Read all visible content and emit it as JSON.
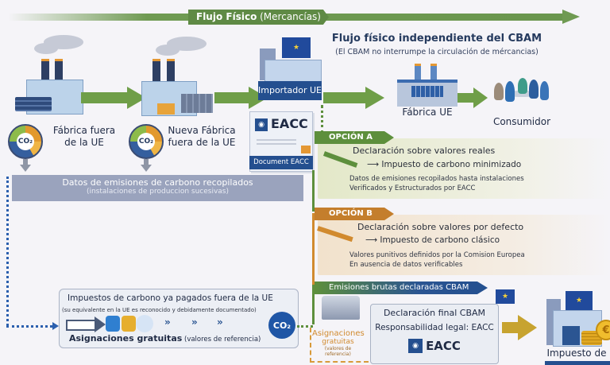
{
  "flow_header": {
    "label_bold": "Flujo Físico",
    "label_rest": " (Mercancías)"
  },
  "cbam_independent": {
    "title": "Flujo físico independiente del CBAM",
    "subtitle": "(El CBAM no interrumpe la circulación de mércancias)"
  },
  "nodes": {
    "factory_outside": "Fábrica fuera de la UE",
    "new_factory_outside": "Nueva Fábrica fuera de la UE",
    "importer": "Importador UE",
    "eu_factory": "Fábrica UE",
    "consumer": "Consumidor",
    "co2_label": "CO₂"
  },
  "document": {
    "logo_text": "EACC",
    "band_label": "Document EACC"
  },
  "collected_data": {
    "title": "Datos de emisiones de carbono recopilados",
    "subtitle": "(instalaciones de produccion sucesivas)"
  },
  "option_a": {
    "tag": "OPCIÓN A",
    "heading": "Declaración sobre valores reales",
    "result": "Impuesto de carbono minimizado",
    "body_line1": "Datos de emisiones recopilados hasta instalaciones",
    "body_line2": "Verificados y Estructurados por EACC"
  },
  "option_b": {
    "tag": "OPCIÓN B",
    "heading": "Declaración sobre valores por defecto",
    "result": "Impuesto de carbono clásico",
    "body_line1": "Valores punitivos definidos por la Comision Europea",
    "body_line2": "En ausencia de datos verificables"
  },
  "gross_emissions_tag": "Emisiones brutas declaradas CBAM",
  "taxes_paid_box": {
    "title": "Impuestos de carbono ya pagados fuera de la UE",
    "subtitle": "(su equivalente en la UE es reconocido y debidamente documentado)",
    "footer_bold": "Asignaciones gratuitas",
    "footer_rest": " (valores de referencia)",
    "co2_badge": "CO₂",
    "chevron": "»"
  },
  "free_allocations": {
    "line1": "Asignaciones",
    "line2": "gratuitas",
    "line3": "(valores de referencia)"
  },
  "final_declaration": {
    "title": "Declaración final CBAM",
    "responsibility": "Responsabilidad legal: EACC",
    "logo_text": "EACC"
  },
  "final_tax": {
    "label": "Impuesto de",
    "coin_symbol": "€"
  },
  "colors": {
    "green": "#6f9e48",
    "orange": "#d18a2e",
    "navy": "#244f8f",
    "gold": "#c7a330"
  }
}
